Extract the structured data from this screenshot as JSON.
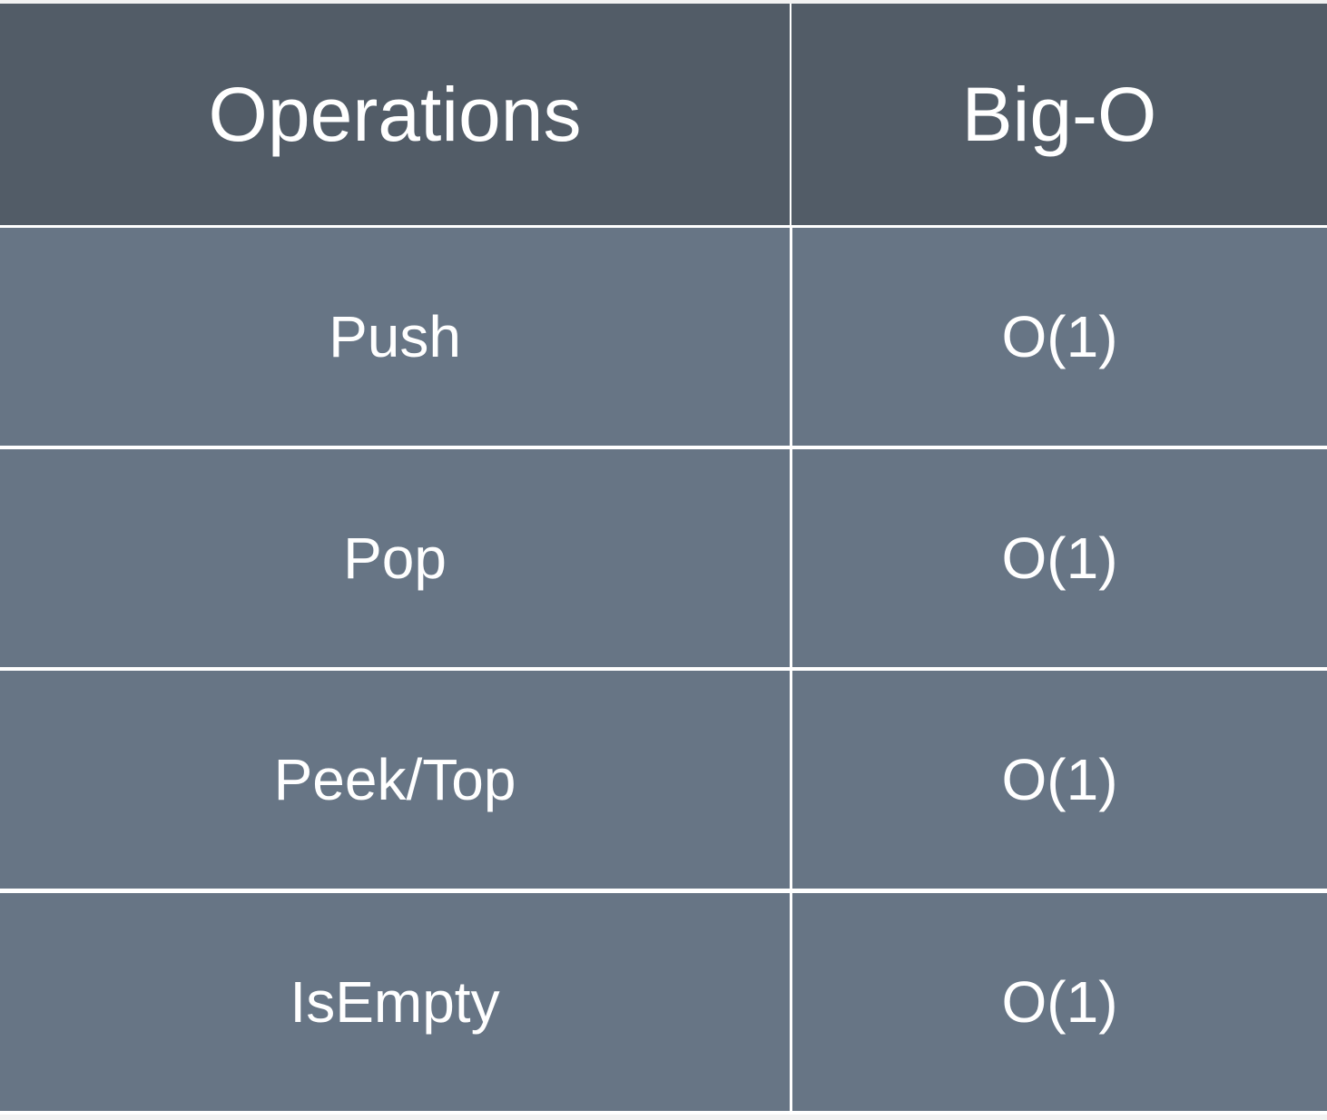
{
  "table": {
    "headers": [
      "Operations",
      "Big-O"
    ],
    "rows": [
      [
        "Push",
        "O(1)"
      ],
      [
        "Pop",
        "O(1)"
      ],
      [
        "Peek/Top",
        "O(1)"
      ],
      [
        "IsEmpty",
        "O(1)"
      ]
    ],
    "colors": {
      "header_bg": "#525c67",
      "body_bg": "#677585",
      "text": "#ffffff",
      "grid": "#ffffff"
    }
  }
}
